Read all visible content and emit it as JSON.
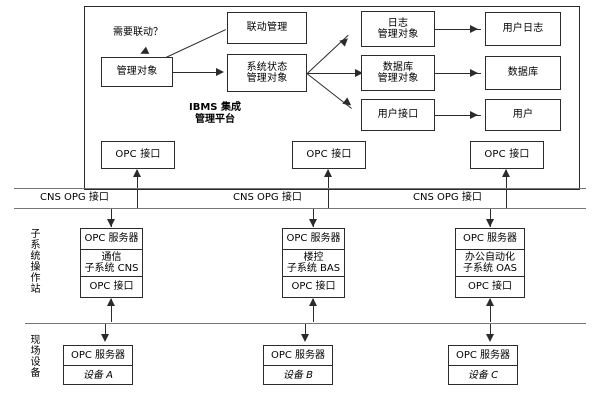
{
  "diagram": {
    "title_block": {
      "line1": "IBMS 集成",
      "line2": "管理平台"
    },
    "platform": {
      "linkage_question": "需要联动？",
      "nodes": {
        "linkage_mgmt": "联动管理",
        "managed_object": "管理对象",
        "sys_state_line1": "系统状态",
        "sys_state_line2": "管理对象",
        "log_obj_line1": "日志",
        "log_obj_line2": "管理对象",
        "db_obj_line1": "数据库",
        "db_obj_line2": "管理对象",
        "user_iface": "用户接口",
        "user_log": "用户日志",
        "database": "数据库",
        "user": "用户"
      },
      "opc_interfaces": [
        "OPC 接口",
        "OPC 接口",
        "OPC 接口"
      ]
    },
    "bus_labels": [
      "CNS OPG 接口",
      "CNS OPG 接口",
      "CNS OPG 接口"
    ],
    "tier_labels": {
      "subsystem": "子系统操作站",
      "field": "现场设备"
    },
    "subsystems": [
      {
        "server": "OPC 服务器",
        "name_line1": "通信",
        "name_line2": "子系统 CNS",
        "iface": "OPC 接口"
      },
      {
        "server": "OPC 服务器",
        "name_line1": "楼控",
        "name_line2": "子系统 BAS",
        "iface": "OPC 接口"
      },
      {
        "server": "OPC 服务器",
        "name_line1": "办公自动化",
        "name_line2": "子系统 OAS",
        "iface": "OPC 接口"
      }
    ],
    "devices": [
      {
        "server": "OPC 服务器",
        "name": "设备 A"
      },
      {
        "server": "OPC 服务器",
        "name": "设备 B"
      },
      {
        "server": "OPC 服务器",
        "name": "设备 C"
      }
    ]
  }
}
